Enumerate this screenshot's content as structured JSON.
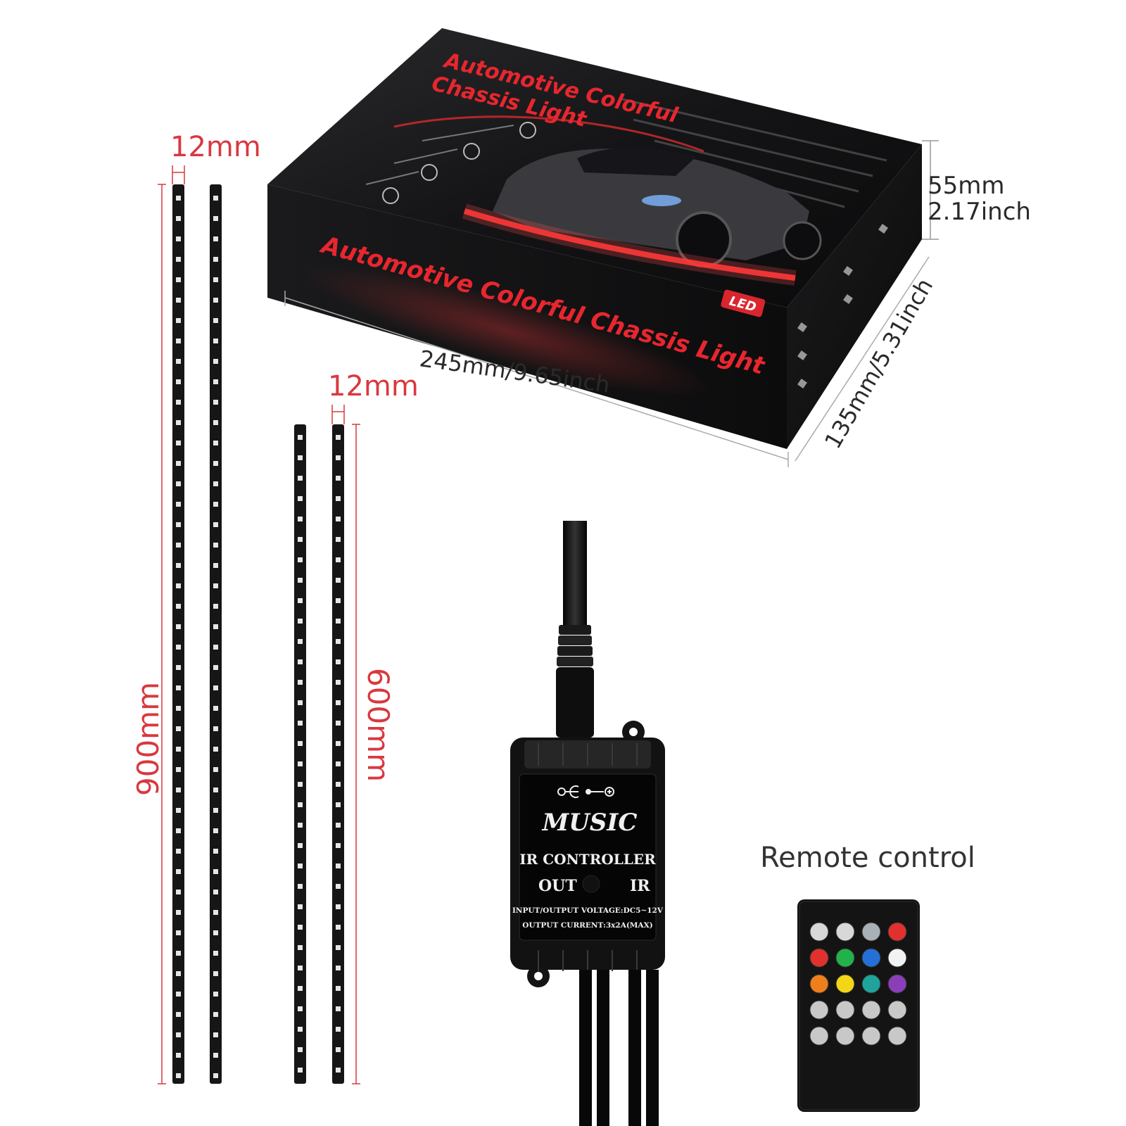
{
  "box": {
    "title_top": "Automotive Colorful",
    "title_top_line2": "Chassis Light",
    "title_side": "Automotive Colorful Chassis Light",
    "badge": "LED",
    "length": "245mm/9.65inch",
    "width": "135mm/5.31inch",
    "height_mm": "55mm",
    "height_in": "2.17inch"
  },
  "strips": {
    "long_width": "12mm",
    "long_length": "900mm",
    "short_width": "12mm",
    "short_length": "600mm"
  },
  "controller": {
    "music": "MUSIC",
    "title": "IR CONTROLLER",
    "out": "OUT",
    "ir": "IR",
    "voltage": "INPUT/OUTPUT VOLTAGE:DC5~12V",
    "current": "OUTPUT CURRENT:3x2A(MAX)"
  },
  "remote": {
    "label": "Remote control",
    "buttons": [
      {
        "color": "#d8d8d8"
      },
      {
        "color": "#d8d8d8"
      },
      {
        "color": "#a8b0b8"
      },
      {
        "color": "#e0312f"
      },
      {
        "color": "#e0312f"
      },
      {
        "color": "#22b24c"
      },
      {
        "color": "#2470d8"
      },
      {
        "color": "#f2f2f2"
      },
      {
        "color": "#ef7f1a"
      },
      {
        "color": "#f3d617"
      },
      {
        "color": "#1fa39a"
      },
      {
        "color": "#8a3fb8"
      },
      {
        "color": "#c8c8c8"
      },
      {
        "color": "#c8c8c8"
      },
      {
        "color": "#c8c8c8"
      },
      {
        "color": "#c8c8c8"
      },
      {
        "color": "#c8c8c8"
      },
      {
        "color": "#c8c8c8"
      },
      {
        "color": "#c8c8c8"
      },
      {
        "color": "#c8c8c8"
      }
    ]
  }
}
